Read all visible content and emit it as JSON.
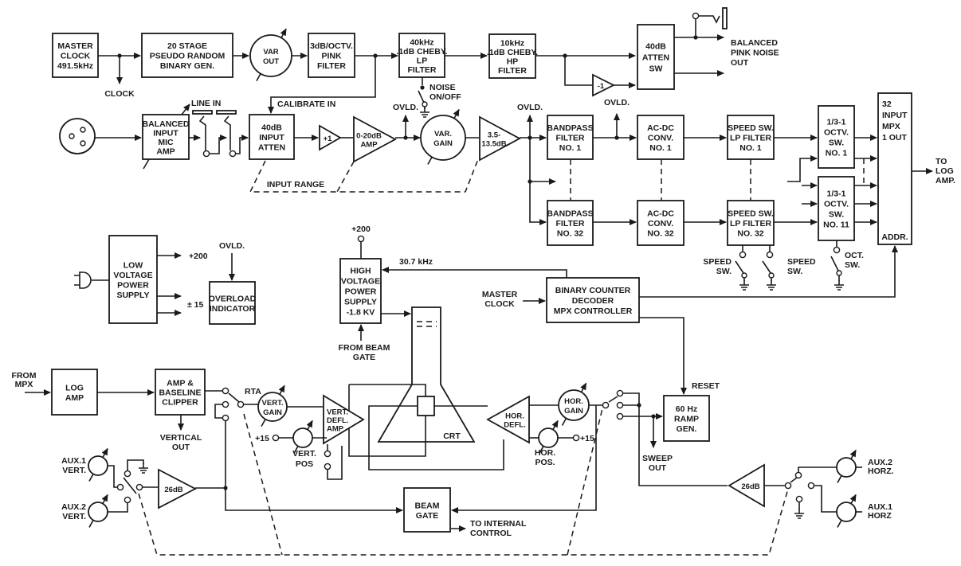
{
  "blocks": {
    "master_clock": [
      "MASTER",
      "CLOCK",
      "491.5kHz"
    ],
    "prbg": [
      "20 STAGE",
      "PSEUDO RANDOM",
      "BINARY GEN."
    ],
    "pink_filter": [
      "3dB/OCTV.",
      "PINK",
      "FILTER"
    ],
    "lp_filter": [
      "40kHz",
      ".1dB CHEBY.",
      "LP",
      "FILTER"
    ],
    "hp_filter": [
      "10kHz",
      ".1dB CHEBY.",
      "HP",
      "FILTER"
    ],
    "atten_sw": [
      "40dB",
      "ATTEN",
      "SW"
    ],
    "mic_amp": [
      "BALANCED",
      "INPUT",
      "MIC",
      "AMP"
    ],
    "input_atten": [
      "40dB",
      "INPUT",
      "ATTEN"
    ],
    "bandpass_1": [
      "BANDPASS",
      "FILTER",
      "NO. 1"
    ],
    "bandpass_32": [
      "BANDPASS",
      "FILTER",
      "NO. 32"
    ],
    "acdc_1": [
      "AC-DC",
      "CONV.",
      "NO. 1"
    ],
    "acdc_32": [
      "AC-DC",
      "CONV.",
      "NO. 32"
    ],
    "lp_1": [
      "SPEED SW.",
      "LP FILTER",
      "NO. 1"
    ],
    "lp_32": [
      "SPEED SW.",
      "LP FILTER",
      "NO. 32"
    ],
    "oct_1": [
      "1/3-1",
      "OCTV.",
      "SW.",
      "NO. 1"
    ],
    "oct_11": [
      "1/3-1",
      "OCTV.",
      "SW.",
      "NO. 11"
    ],
    "binary_counter": [
      "BINARY COUNTER",
      "DECODER",
      "MPX CONTROLLER"
    ],
    "lv_ps": [
      "LOW",
      "VOLTAGE",
      "POWER",
      "SUPPLY"
    ],
    "overload": [
      "OVERLOAD",
      "INDICATOR"
    ],
    "hv_ps": [
      "HIGH",
      "VOLTAGE",
      "POWER",
      "SUPPLY",
      "-1.8 KV"
    ],
    "log_amp": [
      "LOG",
      "AMP"
    ],
    "amp_clipper": [
      "AMP &",
      "BASELINE",
      "CLIPPER"
    ],
    "beam_gate": [
      "BEAM",
      "GATE"
    ],
    "ramp_gen": [
      "60 Hz",
      "RAMP",
      "GEN."
    ]
  },
  "mpx": {
    "lines": [
      "32",
      "INPUT",
      "MPX",
      "1 OUT"
    ],
    "addr": "ADDR."
  },
  "pots": {
    "var_out": [
      "VAR",
      "OUT"
    ],
    "var_gain": [
      "VAR.",
      "GAIN"
    ],
    "vert_gain": [
      "VERT.",
      "GAIN"
    ],
    "hor_gain": [
      "HOR.",
      "GAIN"
    ]
  },
  "amps": {
    "buffer": [
      "+1"
    ],
    "inverter": [
      "-1"
    ],
    "amp_0_20": [
      "0-20dB",
      "AMP"
    ],
    "amp_35": [
      "3.5-",
      "13.5dB"
    ],
    "vert_defl": [
      "VERT.",
      "DEFL.",
      "AMP"
    ],
    "hor_defl": [
      "HOR.",
      "DEFL."
    ],
    "amp_26_vert": [
      "26dB"
    ],
    "amp_26_horz": [
      "26dB"
    ]
  },
  "labels": {
    "clock": [
      "CLOCK"
    ],
    "calibrate_in": [
      "CALIBRATE IN"
    ],
    "noise_onoff": [
      "NOISE",
      "ON/OFF"
    ],
    "balanced_out": [
      "BALANCED",
      "PINK NOISE",
      "OUT"
    ],
    "line_in": [
      "LINE IN"
    ],
    "ovld_1": [
      "OVLD."
    ],
    "ovld_2": [
      "OVLD."
    ],
    "ovld_3": [
      "OVLD."
    ],
    "input_range": [
      "INPUT RANGE"
    ],
    "speed_sw_1": [
      "SPEED",
      "SW."
    ],
    "speed_sw_2": [
      "SPEED",
      "SW."
    ],
    "oct_sw": [
      "OCT.",
      "SW."
    ],
    "to_log_amp": [
      "TO",
      "LOG",
      "AMP."
    ],
    "master_clock_in": [
      "MASTER",
      "CLOCK"
    ],
    "khz": [
      "30.7 kHz"
    ],
    "reset": [
      "RESET"
    ],
    "plus200_lv": [
      "+200"
    ],
    "pm15": [
      "± 15"
    ],
    "ovld_lv": [
      "OVLD."
    ],
    "plus200_hv": [
      "+200"
    ],
    "from_beam_gate": [
      "FROM BEAM",
      "GATE"
    ],
    "crt": [
      "CRT"
    ],
    "from_mpx": [
      "FROM",
      "MPX"
    ],
    "rta": [
      "RTA"
    ],
    "vertical_out": [
      "VERTICAL",
      "OUT"
    ],
    "plus15_vert": [
      "+15"
    ],
    "vert_pos": [
      "VERT.",
      "POS"
    ],
    "plus15_hor": [
      "+15"
    ],
    "hor_pos": [
      "HOR.",
      "POS."
    ],
    "sweep_out": [
      "SWEEP",
      "OUT"
    ],
    "aux1_vert": [
      "AUX.1",
      "VERT."
    ],
    "aux2_vert": [
      "AUX.2",
      "VERT."
    ],
    "aux2_horz": [
      "AUX.2",
      "HORZ."
    ],
    "aux1_horz": [
      "AUX.1",
      "HORZ"
    ],
    "to_internal": [
      "TO INTERNAL",
      "CONTROL"
    ]
  },
  "colors": {
    "ink": "#1a1a1a",
    "paper": "#ffffff"
  }
}
